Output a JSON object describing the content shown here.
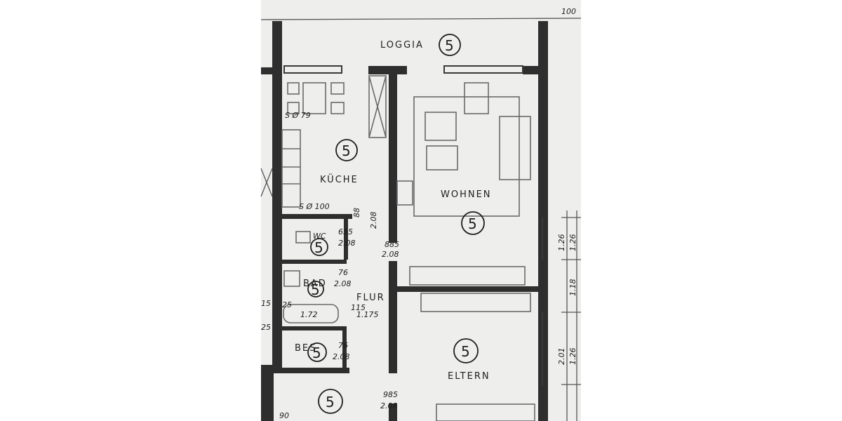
{
  "colors": {
    "ink": "#1e1e1e",
    "paper": "#eeeeec",
    "wall": "#2e2e2e"
  },
  "rooms": {
    "loggia": "LOGGIA",
    "kueche": "KÜCHE",
    "wohnen": "WOHNEN",
    "bad": "BAD",
    "flur": "FLUR",
    "bes": "BES",
    "eltern": "ELTERN"
  },
  "marks": {
    "loggia": "5",
    "kueche": "5",
    "wohnen": "5",
    "wc": "5",
    "bad": "5",
    "bes": "5",
    "eltern": "5",
    "bottom": "5"
  },
  "annotations": {
    "top_right": "100",
    "s_phi_79": "S Ø 79",
    "s_phi_100": "S Ø 100",
    "d88": "88",
    "d208_vertical": "2.08",
    "wc_label": "WC",
    "wc_width": "635",
    "wc_height": "2.08",
    "door_885": "885",
    "door_208": "2.08",
    "bad_width": "76",
    "bad_height": "2.08",
    "flur_width": "115",
    "flur_depth": "1.175",
    "tub_len": "1.72",
    "bes_width": "76",
    "bes_height": "2.08",
    "door2_985": "985",
    "door2_208": "2.08",
    "left_15": "15",
    "left_25": "25",
    "left_25b": "25",
    "bottom_left": "90"
  },
  "right_dims": {
    "a1": "1.26",
    "a2": "1.26",
    "b1": "1.18",
    "c1": "2.01",
    "c2": "1.26"
  }
}
